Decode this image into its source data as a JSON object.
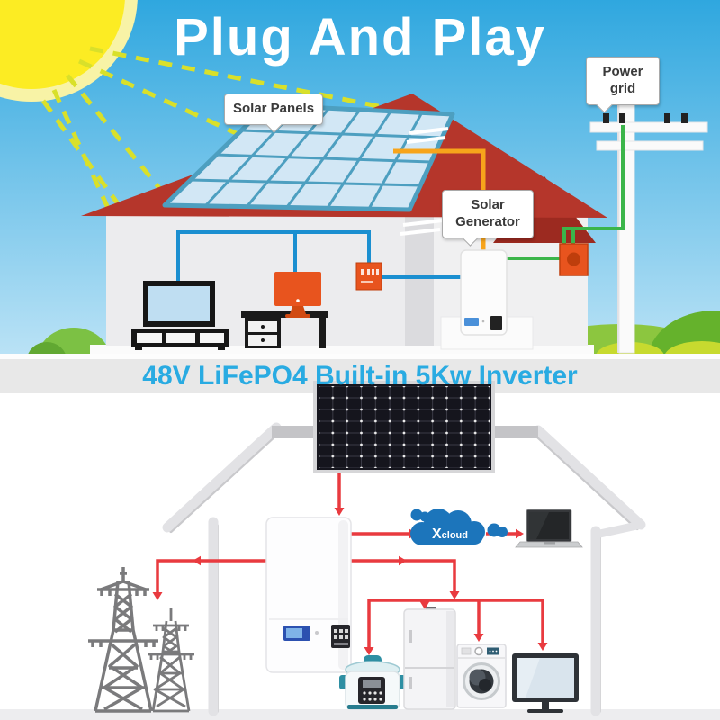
{
  "page": {
    "title": "Plug And Play",
    "subtitle": "48V LiFePO4 Built-in 5Kw Inverter"
  },
  "callouts": {
    "solar_panels": "Solar Panels",
    "solar_generator": "Solar Generator",
    "power_grid": "Power grid"
  },
  "cloud": {
    "x": "X",
    "rest": "cloud"
  },
  "colors": {
    "sky_top": "#2FA7DF",
    "sky_bottom": "#BCE3F6",
    "sun": "#FCEC23",
    "roof": "#B5362B",
    "wire_blue": "#1B8FD0",
    "wire_orange": "#F7A41B",
    "wire_green": "#3BB54A",
    "wire_red": "#E93A3F",
    "device_orange": "#E8541E",
    "cloud_blue": "#1C75BB",
    "tower_gray": "#7A7A7C",
    "panel_dark": "#15151D",
    "subtitle_blue": "#29ABE2",
    "band_gray": "#E8E8E8"
  }
}
